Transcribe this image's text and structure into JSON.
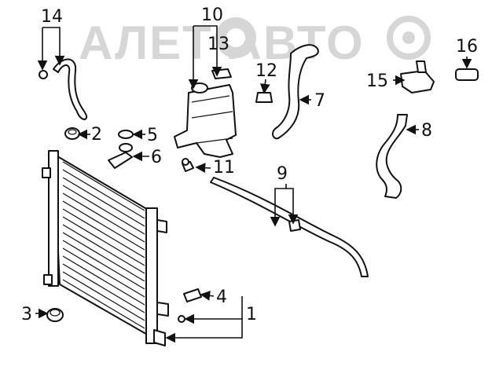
{
  "watermark": {
    "text": "АЛЕТ АВТО"
  },
  "callouts": [
    {
      "id": "1",
      "text": "1"
    },
    {
      "id": "2",
      "text": "2"
    },
    {
      "id": "3",
      "text": "3"
    },
    {
      "id": "4",
      "text": "4"
    },
    {
      "id": "5",
      "text": "5"
    },
    {
      "id": "6",
      "text": "6"
    },
    {
      "id": "7",
      "text": "7"
    },
    {
      "id": "8",
      "text": "8"
    },
    {
      "id": "9",
      "text": "9"
    },
    {
      "id": "10",
      "text": "10"
    },
    {
      "id": "11",
      "text": "11"
    },
    {
      "id": "12",
      "text": "12"
    },
    {
      "id": "13",
      "text": "13"
    },
    {
      "id": "14",
      "text": "14"
    },
    {
      "id": "15",
      "text": "15"
    },
    {
      "id": "16",
      "text": "16"
    }
  ],
  "colors": {
    "line": "#111111",
    "watermark": "#d6d6d6"
  }
}
